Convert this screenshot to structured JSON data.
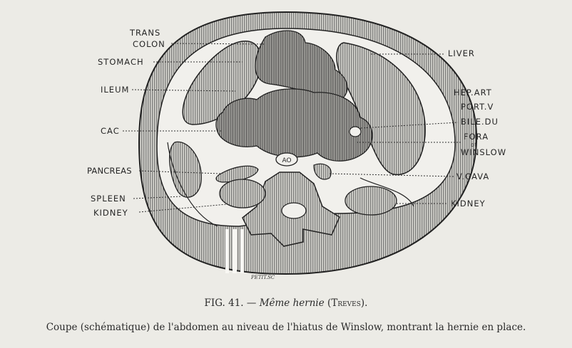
{
  "figure": {
    "labels_left": {
      "trans": "TRANS",
      "colon": "COLON",
      "stomach": "STOMACH",
      "ileum": "ILEUM",
      "cac": "CAC",
      "pancreas": "PANCREAS",
      "spleen": "SPLEEN",
      "kidney": "KIDNEY"
    },
    "labels_right": {
      "liver": "LIVER",
      "hep_art": "HEP.ART",
      "port_v": "PORT.V",
      "bile_du": "BILE.DU",
      "fora": "FORA",
      "of": "of",
      "winslow": "WINSLOW",
      "v_cava": "V.CAVA",
      "kidney": "KIDNEY"
    },
    "inner_labels": {
      "aorta": "AO"
    },
    "signature": "PETIT.SC"
  },
  "caption": {
    "fig_number": "FIG. 41.",
    "dash": "—",
    "title": "Même hernie",
    "source_open": "(",
    "source": "Treves",
    "source_close": ")."
  },
  "legend": "Coupe (schématique) de l'abdomen au niveau de l'hiatus de Winslow, montrant la hernie en place."
}
